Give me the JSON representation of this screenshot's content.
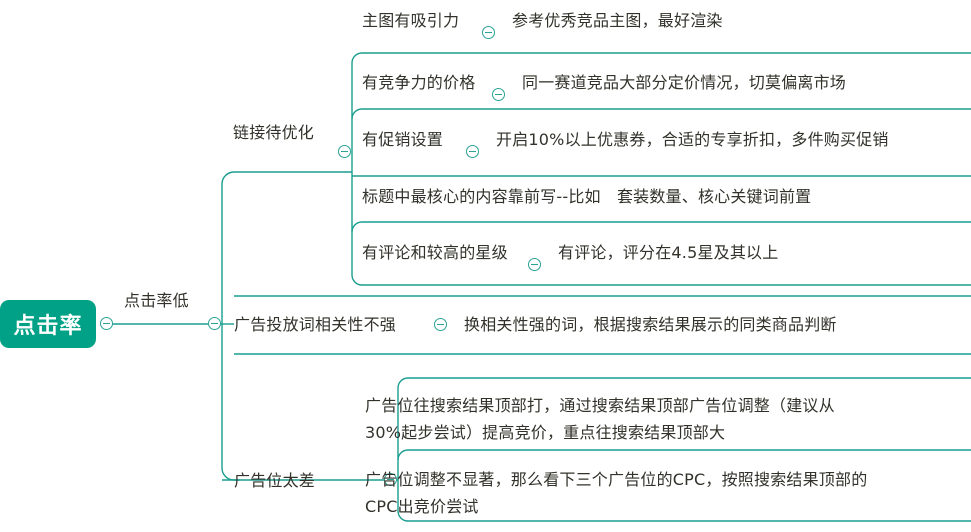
{
  "diagram": {
    "type": "mind-map",
    "title": "点击率",
    "accent_color": "#1a9e8f",
    "root_fill": "#00a186",
    "text_color": "#32312a",
    "background": "#ffffff"
  },
  "root": {
    "label": "点击率"
  },
  "branch": {
    "label": "点击率低"
  },
  "groups": {
    "link": {
      "label": "链接待优化"
    },
    "keyword": {
      "label": "广告投放词相关性不强"
    },
    "keyword_detail": {
      "label": "换相关性强的词，根据搜索结果展示的同类商品判断"
    },
    "adslot": {
      "label": "广告位太差"
    }
  },
  "link_items": [
    {
      "label": "主图有吸引力",
      "detail": "参考优秀竞品主图，最好渲染"
    },
    {
      "label": "有竞争力的价格",
      "detail": "同一赛道竞品大部分定价情况，切莫偏离市场"
    },
    {
      "label": "有促销设置",
      "detail": "开启10%以上优惠券，合适的专享折扣，多件购买促销"
    },
    {
      "label": "标题中最核心的内容靠前写--比如　套装数量、核心关键词前置",
      "detail": ""
    },
    {
      "label": "有评论和较高的星级",
      "detail": "有评论，评分在4.5星及其以上"
    }
  ],
  "adslot_items": [
    {
      "label": "广告位往搜索结果顶部打，通过搜索结果顶部广告位调整（建议从30%起步尝试）提高竞价，重点往搜索结果顶部大"
    },
    {
      "label": "广告位调整不显著，那么看下三个广告位的CPC，按照搜索结果顶部的CPC出竞价尝试"
    }
  ]
}
